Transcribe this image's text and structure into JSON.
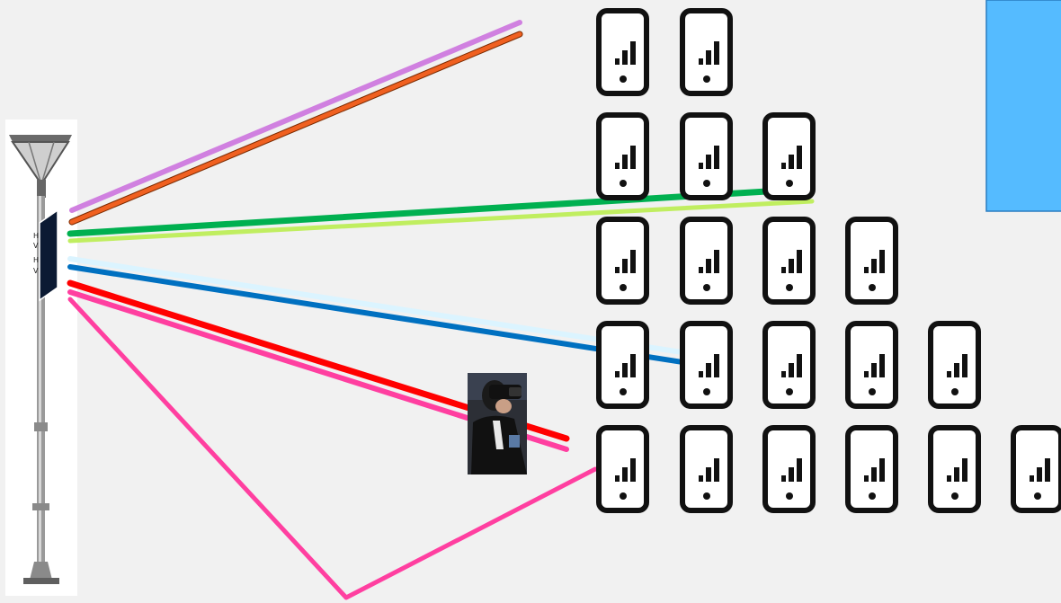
{
  "antenna_panel": {
    "ports": [
      {
        "label": "H",
        "color": "#00b050"
      },
      {
        "label": "V",
        "color": "#c0ee60"
      },
      {
        "label": "H",
        "color": "#dbf4ff"
      },
      {
        "label": "V",
        "color": "#0070c0"
      }
    ]
  },
  "device_grid": {
    "rows": [
      2,
      3,
      4,
      5,
      6
    ],
    "icon": "mobile-signal-icon"
  },
  "beams": [
    {
      "name": "violet",
      "color": "#d080e0"
    },
    {
      "name": "orange",
      "color": "#f06020"
    },
    {
      "name": "green-h",
      "color": "#00b050"
    },
    {
      "name": "lightgreen-v",
      "color": "#c0ee60"
    },
    {
      "name": "lightblue-h",
      "color": "#dbf4ff"
    },
    {
      "name": "blue-v",
      "color": "#0070c0"
    },
    {
      "name": "red",
      "color": "#ff0000"
    },
    {
      "name": "pink-direct",
      "color": "#ff3fa0"
    },
    {
      "name": "pink-reflected",
      "color": "#ff3fa0"
    }
  ],
  "colors": {
    "background": "#f1f1f1",
    "blue_box": "#55bbff",
    "device_stroke": "#111111"
  },
  "icons": [
    "street-light-pole-icon",
    "vr-headset-user-icon",
    "mobile-signal-icon"
  ]
}
